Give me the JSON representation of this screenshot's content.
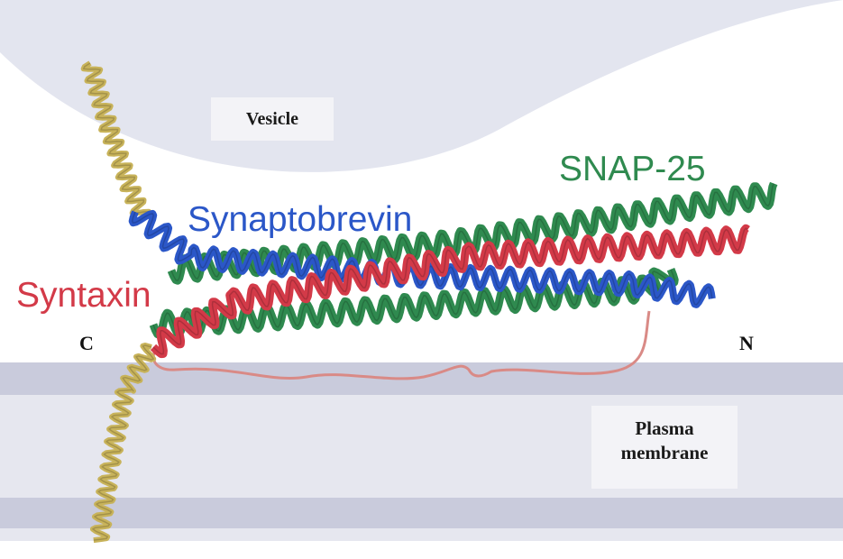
{
  "labels": {
    "vesicle": "Vesicle",
    "plasma_line1": "Plasma",
    "plasma_line2": "membrane",
    "snap25": "SNAP-25",
    "synaptobrevin": "Synaptobrevin",
    "syntaxin": "Syntaxin",
    "c_terminus": "C",
    "n_terminus": "N"
  },
  "colors": {
    "membrane_light": "#e2e4ee",
    "membrane_dark": "#c4c7da",
    "snap25": "#2f8a4f",
    "synaptobrevin": "#2b57c8",
    "syntaxin": "#d33a48",
    "transmembrane": "#c8b35a",
    "linker": "#d98a86"
  },
  "icons": [
    "alpha-helix-ribbon"
  ]
}
